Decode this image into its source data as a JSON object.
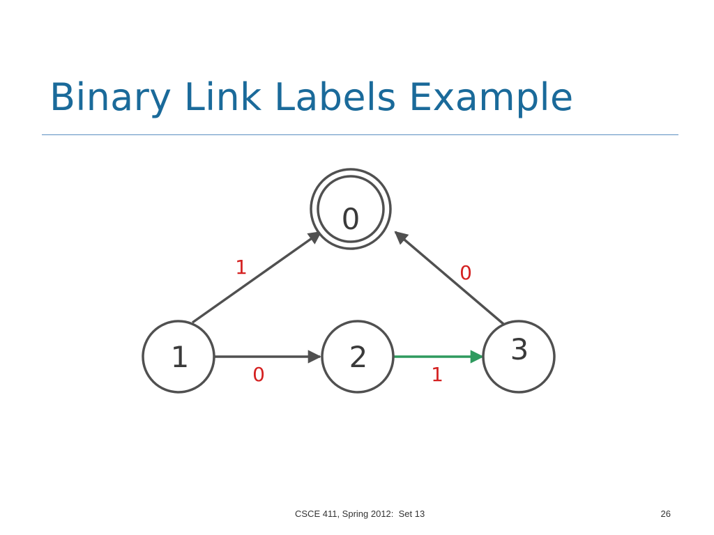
{
  "slide": {
    "title": "Binary Link Labels Example",
    "footer": "CSCE 411, Spring 2012:  Set 13",
    "page_number": "26"
  },
  "diagram": {
    "nodes": [
      {
        "id": "0",
        "label": "0",
        "accepting": true
      },
      {
        "id": "1",
        "label": "1",
        "accepting": false
      },
      {
        "id": "2",
        "label": "2",
        "accepting": false
      },
      {
        "id": "3",
        "label": "3",
        "accepting": false
      }
    ],
    "edges": [
      {
        "from": "1",
        "to": "0",
        "label": "1",
        "highlighted": false
      },
      {
        "from": "3",
        "to": "0",
        "label": "0",
        "highlighted": false
      },
      {
        "from": "1",
        "to": "2",
        "label": "0",
        "highlighted": false
      },
      {
        "from": "2",
        "to": "3",
        "label": "1",
        "highlighted": true
      }
    ],
    "colors": {
      "edge": "#505050",
      "highlight_edge": "#2e9a5e",
      "edge_label": "#d42020",
      "title": "#1a6a9a"
    }
  }
}
